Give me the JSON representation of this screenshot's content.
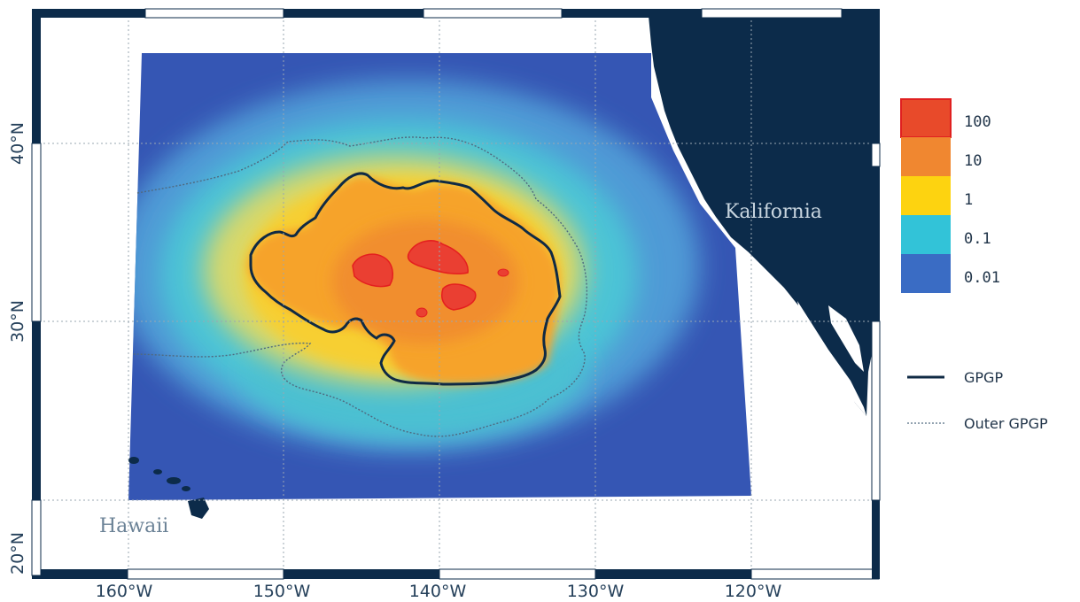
{
  "map": {
    "lat_labels": [
      "40°N",
      "30°N",
      "20°N"
    ],
    "lon_labels": [
      "160°W",
      "150°W",
      "140°W",
      "130°W",
      "120°W"
    ],
    "place_labels": [
      {
        "text": "Kalifornia",
        "color": "#c9d6e0"
      },
      {
        "text": "Hawaii",
        "color": "#6b8296"
      }
    ]
  },
  "legend": {
    "scale": [
      {
        "label": "100",
        "color": "#e84a2a",
        "border": "#e02020"
      },
      {
        "label": "10",
        "color": "#f08730"
      },
      {
        "label": "1",
        "color": "#fdd310"
      },
      {
        "label": "0.1",
        "color": "#32c3d8"
      },
      {
        "label": "0.01",
        "color": "#3a6cc4"
      }
    ],
    "lines": [
      {
        "label": "GPGP",
        "style": "solid",
        "color": "#0f2a44"
      },
      {
        "label": "Outer GPGP",
        "style": "dotted",
        "color": "#6e8496"
      }
    ]
  },
  "colors": {
    "land": "#0c2b4a",
    "frame": "#0c2b4a",
    "ocean_deep": "#3556b4",
    "ocean_mid": "#4a8ed0"
  }
}
